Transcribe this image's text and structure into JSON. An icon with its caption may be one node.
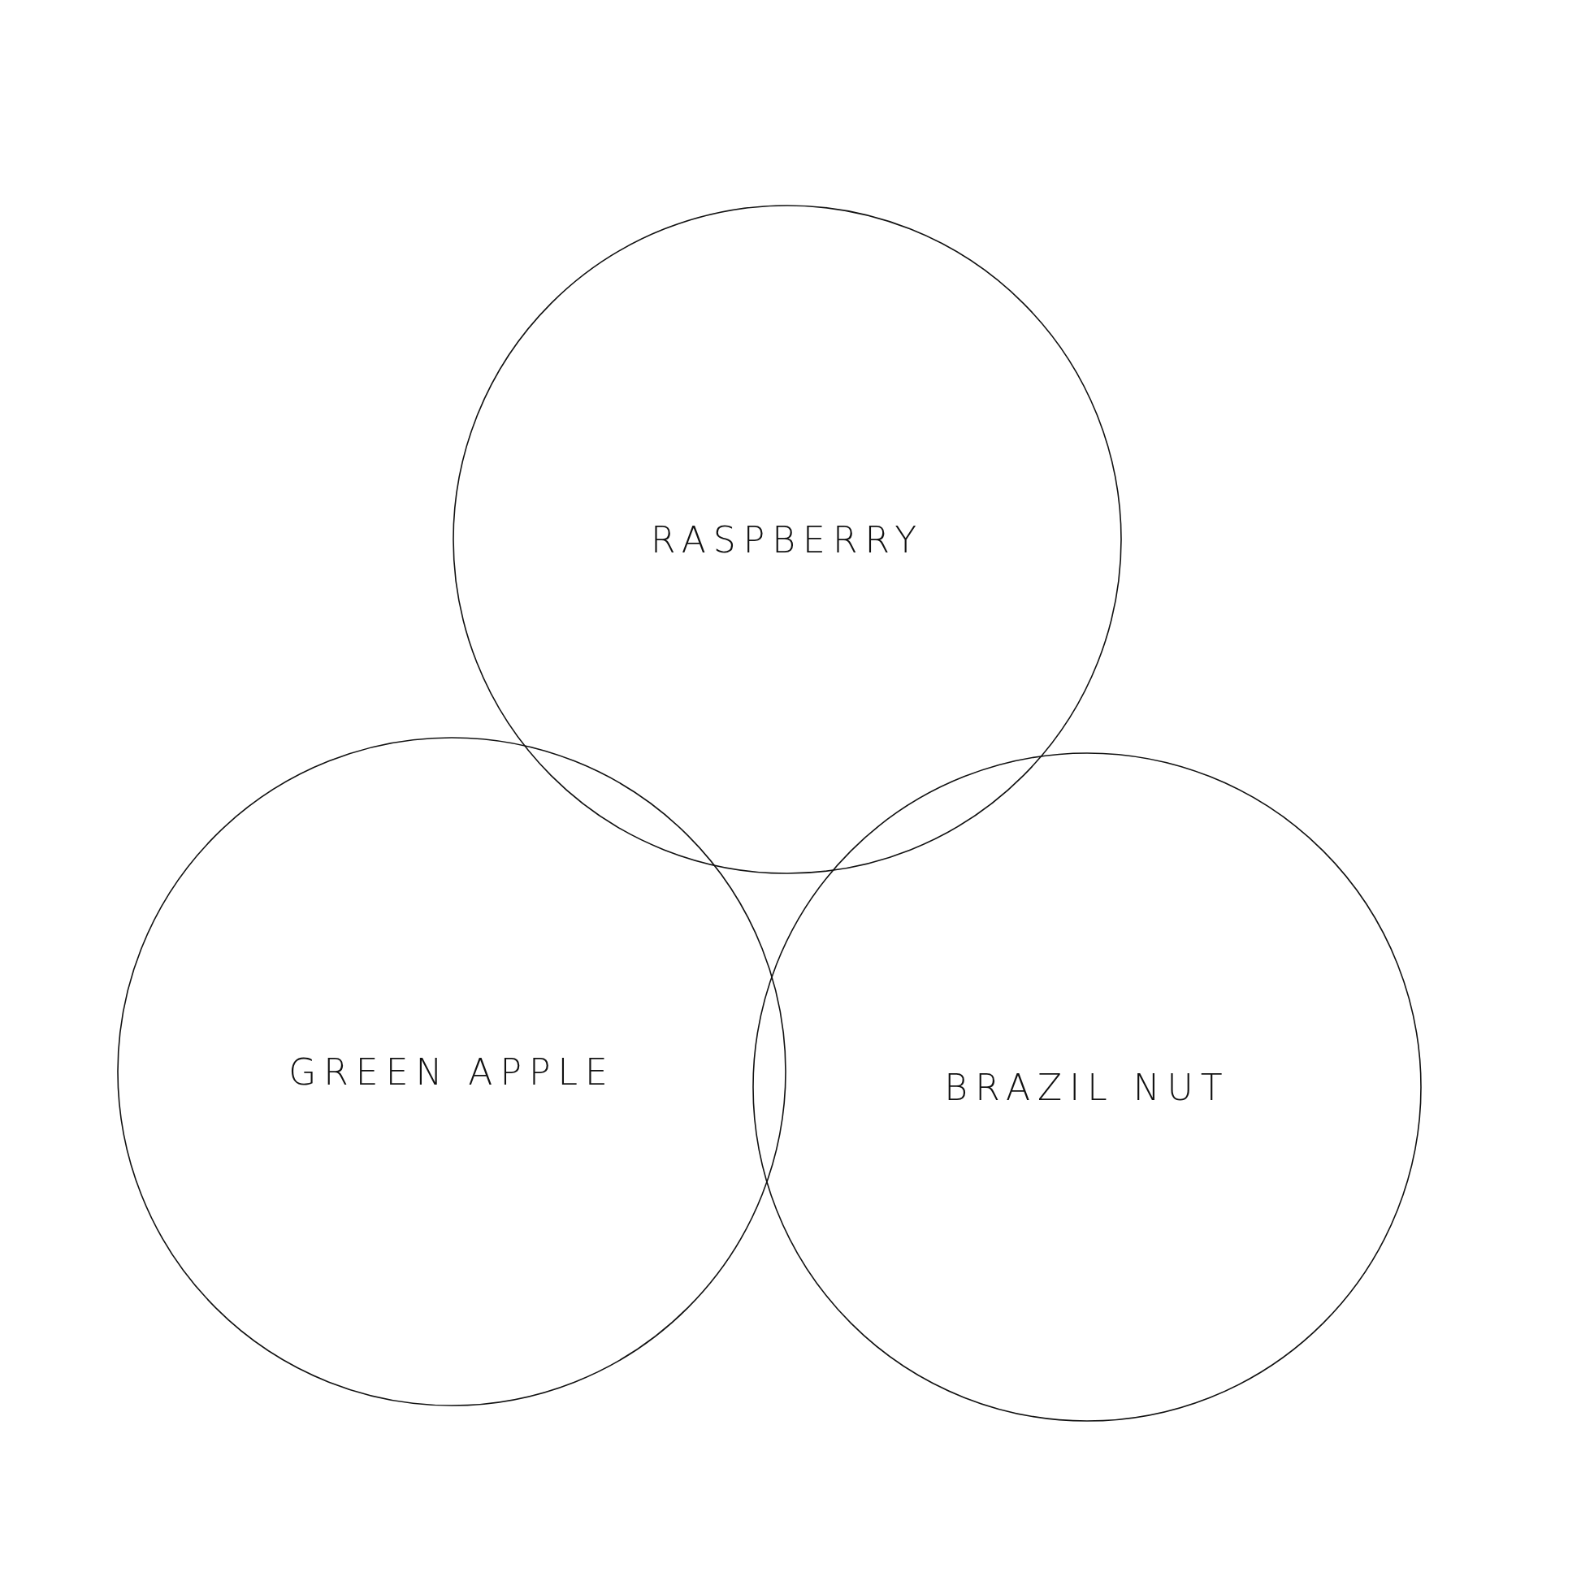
{
  "diagram": {
    "nodes": [
      {
        "text": [
          "RASPBERRY"
        ]
      },
      {
        "text": [
          "GREEN APPLE"
        ]
      },
      {
        "text": [
          "BRAZIL NUT"
        ]
      }
    ],
    "edges": []
  }
}
